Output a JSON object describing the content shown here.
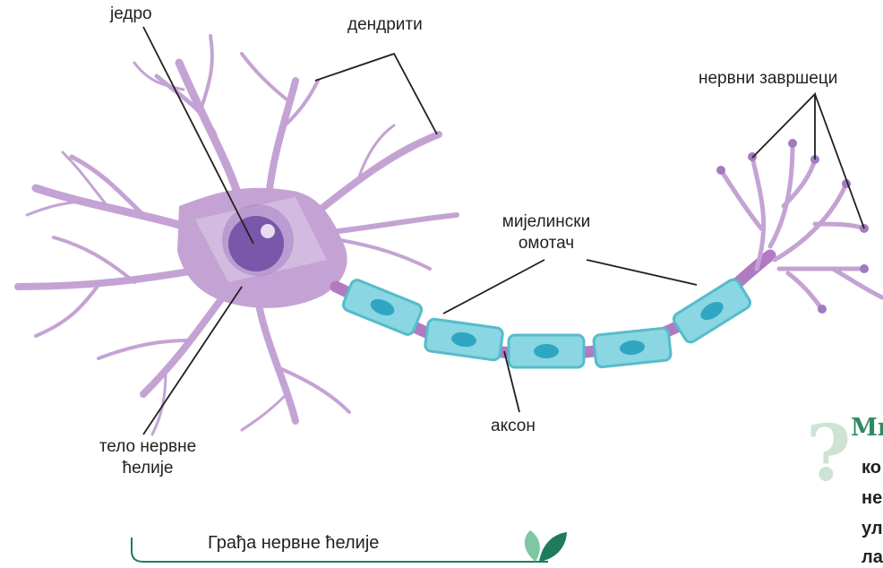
{
  "labels": {
    "nucleus": "једро",
    "dendrites": "дендрити",
    "nerve_terminals": "нервни завршеци",
    "myelin_line1": "мијелински",
    "myelin_line2": "омотач",
    "axon": "аксон",
    "cell_body_line1": "тело нервне",
    "cell_body_line2": "ћелије"
  },
  "caption": "Грађа нервне ћелије",
  "side_panel": {
    "title_fragment": "Ми",
    "line_fragments": [
      "ко",
      "не",
      "ул",
      "ла"
    ]
  },
  "colors": {
    "neuron_fill": "#c4a3d4",
    "neuron_dark": "#a27bbf",
    "cell_body_highlight": "#d6c0e1",
    "nucleus": "#7a57a8",
    "myelin_fill": "#8ad6e2",
    "myelin_stroke": "#56bccb",
    "myelin_core": "#2fa7c2",
    "axon": "#b07bc0",
    "leader_line": "#231f20",
    "caption_line": "#1f7b5c",
    "accent_green": "#2f8a62",
    "question_mark": "#cfe3d5"
  }
}
